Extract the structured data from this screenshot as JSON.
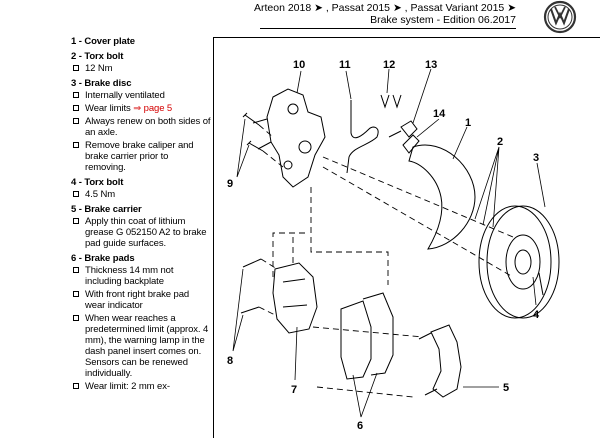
{
  "header": {
    "models_line": "Arteon 2018 ➤ , Passat 2015 ➤ , Passat Variant 2015 ➤",
    "section_line": "Brake system - Edition 06.2017",
    "logo_icon": "vw-logo-icon"
  },
  "parts": [
    {
      "title": "1 - Cover plate",
      "bullets": []
    },
    {
      "title": "2 - Torx bolt",
      "bullets": [
        {
          "text": "12 Nm"
        }
      ]
    },
    {
      "title": "3 - Brake disc",
      "bullets": [
        {
          "text": "Internally ventilated"
        },
        {
          "text": "Wear limits ",
          "link": "⇒ page 5"
        },
        {
          "text": "Always renew on both sides of an axle."
        },
        {
          "text": "Remove brake caliper and brake carrier prior to removing."
        }
      ]
    },
    {
      "title": "4 - Torx bolt",
      "bullets": [
        {
          "text": "4.5 Nm"
        }
      ]
    },
    {
      "title": "5 - Brake carrier",
      "bullets": [
        {
          "text": "Apply thin coat of lithium grease G 052150 A2 to brake pad guide surfaces."
        }
      ]
    },
    {
      "title": "6 - Brake pads",
      "bullets": [
        {
          "text": "Thickness 14 mm not including backplate"
        },
        {
          "text": "With front right brake pad wear indicator"
        },
        {
          "text": "When wear reaches a predetermined limit (approx. 4 mm), the warning lamp in the dash panel insert comes on. Sensors can be renewed individually."
        },
        {
          "text": "Wear limit: 2 mm ex-"
        }
      ]
    }
  ],
  "diagram": {
    "callouts": [
      "10",
      "11",
      "12",
      "13",
      "14",
      "1",
      "2",
      "3",
      "9",
      "4",
      "8",
      "7",
      "6",
      "5"
    ]
  },
  "colors": {
    "link": "#d40000",
    "text": "#000000"
  }
}
